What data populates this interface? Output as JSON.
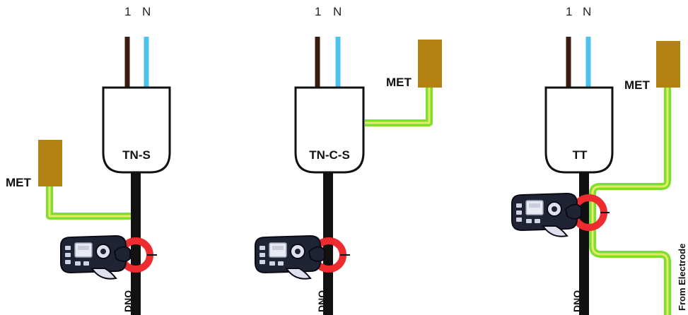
{
  "colors": {
    "live": "#3b1a0f",
    "neutral": "#4cc3ec",
    "earth_green": "#7ce02c",
    "earth_yellow": "#e8e86a",
    "met_box": "#b48212",
    "clamp_ring": "#ee2b2e",
    "supply_cable": "#111111"
  },
  "icons": {
    "clamp_meter": "clamp-meter-icon"
  },
  "panels": [
    {
      "live_label": "1",
      "neutral_label": "N",
      "system_label": "TN-S",
      "met_label": "MET",
      "supply_label": "DNO"
    },
    {
      "live_label": "1",
      "neutral_label": "N",
      "system_label": "TN-C-S",
      "met_label": "MET",
      "supply_label": "DNO"
    },
    {
      "live_label": "1",
      "neutral_label": "N",
      "system_label": "TT",
      "met_label": "MET",
      "supply_label": "DNO",
      "electrode_label": "From Electrode"
    }
  ]
}
